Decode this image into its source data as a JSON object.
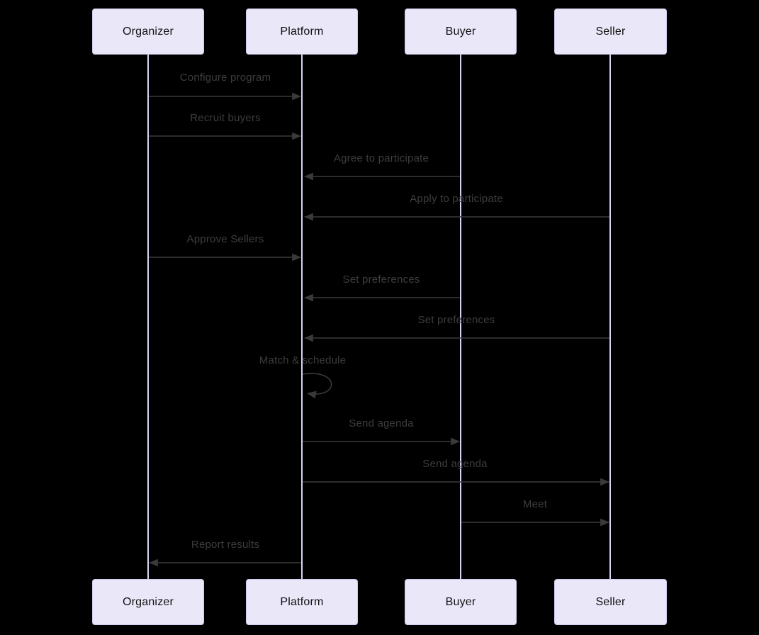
{
  "diagram": {
    "kind": "sequence-diagram",
    "actors": [
      {
        "id": "organizer",
        "label": "Organizer"
      },
      {
        "id": "platform",
        "label": "Platform"
      },
      {
        "id": "buyer",
        "label": "Buyer"
      },
      {
        "id": "seller",
        "label": "Seller"
      }
    ],
    "messages": [
      {
        "from": "Organizer",
        "to": "Platform",
        "label": "Configure program",
        "style": "solid-arrow"
      },
      {
        "from": "Organizer",
        "to": "Platform",
        "label": "Recruit buyers",
        "style": "solid-arrow"
      },
      {
        "from": "Buyer",
        "to": "Platform",
        "label": "Agree to participate",
        "style": "solid-arrow"
      },
      {
        "from": "Seller",
        "to": "Platform",
        "label": "Apply to participate",
        "style": "solid-arrow"
      },
      {
        "from": "Organizer",
        "to": "Platform",
        "label": "Approve Sellers",
        "style": "solid-arrow"
      },
      {
        "from": "Buyer",
        "to": "Platform",
        "label": "Set preferences",
        "style": "solid-arrow"
      },
      {
        "from": "Seller",
        "to": "Platform",
        "label": "Set preferences",
        "style": "solid-arrow"
      },
      {
        "from": "Platform",
        "to": "Platform",
        "label": "Match & schedule",
        "style": "self-loop"
      },
      {
        "from": "Platform",
        "to": "Buyer",
        "label": "Send agenda",
        "style": "solid-arrow"
      },
      {
        "from": "Platform",
        "to": "Seller",
        "label": "Send agenda",
        "style": "solid-arrow"
      },
      {
        "from": "Buyer",
        "to": "Seller",
        "label": "Meet",
        "style": "solid-arrow"
      },
      {
        "from": "Platform",
        "to": "Organizer",
        "label": "Report results",
        "style": "solid-arrow"
      }
    ],
    "colors": {
      "background": "#000000",
      "actor_fill": "#e9e7f8",
      "actor_border": "#cfc8ec",
      "actor_text": "#111111",
      "lifeline": "#d9d2f2",
      "arrow": "#3a3a3a",
      "message_text": "#3d3d3d"
    }
  }
}
